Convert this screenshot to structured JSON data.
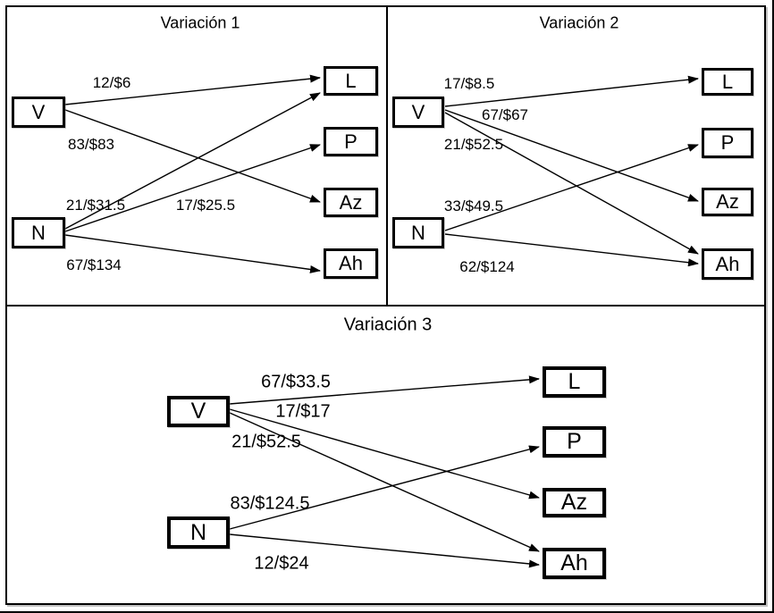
{
  "diagram": {
    "background_color": "#ffffff",
    "line_color": "#000000",
    "panels": [
      {
        "title": "Variación 1",
        "sources": [
          {
            "label": "V"
          },
          {
            "label": "N"
          }
        ],
        "targets": [
          {
            "label": "L"
          },
          {
            "label": "P"
          },
          {
            "label": "Az"
          },
          {
            "label": "Ah"
          }
        ],
        "edges": [
          {
            "from": "V",
            "to": "L",
            "label": "12/$6"
          },
          {
            "from": "V",
            "to": "Az",
            "label": "83/$83"
          },
          {
            "from": "N",
            "to": "L",
            "label": "21/$31.5"
          },
          {
            "from": "N",
            "to": "P",
            "label": "17/$25.5"
          },
          {
            "from": "N",
            "to": "Ah",
            "label": "67/$134"
          }
        ]
      },
      {
        "title": "Variación 2",
        "sources": [
          {
            "label": "V"
          },
          {
            "label": "N"
          }
        ],
        "targets": [
          {
            "label": "L"
          },
          {
            "label": "P"
          },
          {
            "label": "Az"
          },
          {
            "label": "Ah"
          }
        ],
        "edges": [
          {
            "from": "V",
            "to": "L",
            "label": "17/$8.5"
          },
          {
            "from": "V",
            "to": "Az",
            "label": "67/$67"
          },
          {
            "from": "V",
            "to": "Ah",
            "label": "21/$52.5"
          },
          {
            "from": "N",
            "to": "P",
            "label": "33/$49.5"
          },
          {
            "from": "N",
            "to": "Ah",
            "label": "62/$124"
          }
        ]
      },
      {
        "title": "Variación 3",
        "sources": [
          {
            "label": "V"
          },
          {
            "label": "N"
          }
        ],
        "targets": [
          {
            "label": "L"
          },
          {
            "label": "P"
          },
          {
            "label": "Az"
          },
          {
            "label": "Ah"
          }
        ],
        "edges": [
          {
            "from": "V",
            "to": "L",
            "label": "67/$33.5"
          },
          {
            "from": "V",
            "to": "Az",
            "label": "17/$17"
          },
          {
            "from": "V",
            "to": "Ah",
            "label": "21/$52.5"
          },
          {
            "from": "N",
            "to": "P",
            "label": "83/$124.5"
          },
          {
            "from": "N",
            "to": "Ah",
            "label": "12/$24"
          }
        ]
      }
    ]
  }
}
